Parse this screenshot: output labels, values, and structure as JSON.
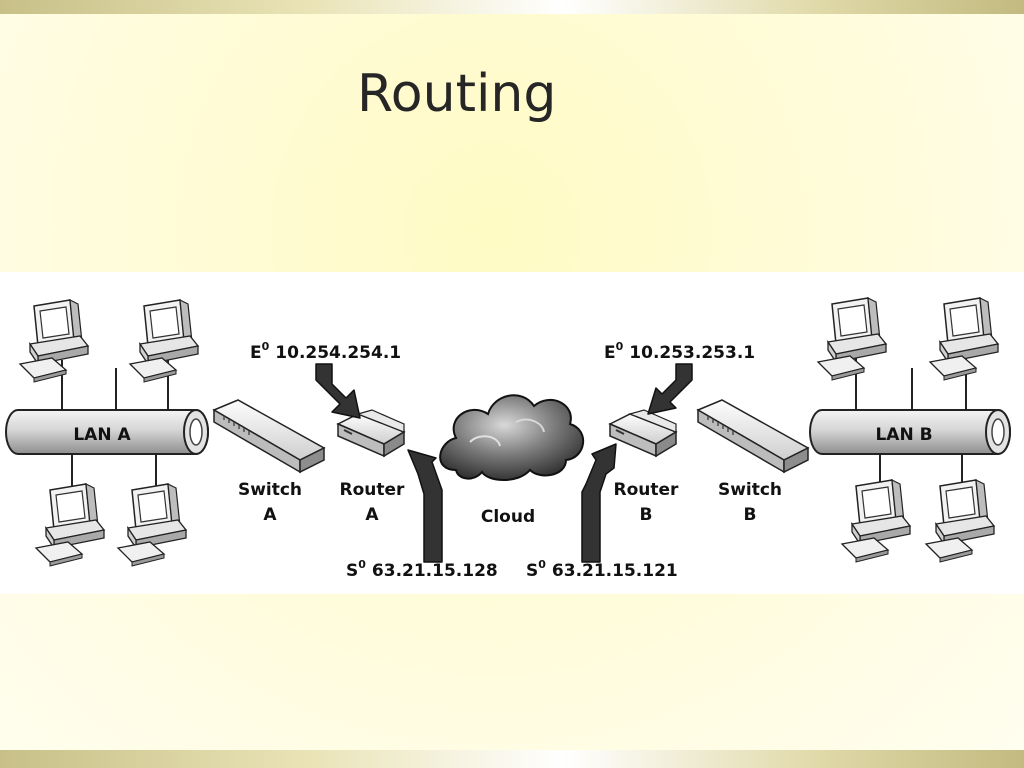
{
  "slide": {
    "title": "Routing"
  },
  "diagram": {
    "lan_a": "LAN A",
    "lan_b": "LAN B",
    "switch_a": {
      "line1": "Switch",
      "line2": "A"
    },
    "router_a": {
      "line1": "Router",
      "line2": "A"
    },
    "cloud": "Cloud",
    "router_b": {
      "line1": "Router",
      "line2": "B"
    },
    "switch_b": {
      "line1": "Switch",
      "line2": "B"
    },
    "router_a_ethernet": {
      "iface": "E",
      "sup": "0",
      "address": "10.254.254.1"
    },
    "router_a_serial": {
      "iface": "S",
      "sup": "0",
      "address": "63.21.15.128"
    },
    "router_b_ethernet": {
      "iface": "E",
      "sup": "0",
      "address": "10.253.253.1"
    },
    "router_b_serial": {
      "iface": "S",
      "sup": "0",
      "address": "63.21.15.121"
    }
  }
}
